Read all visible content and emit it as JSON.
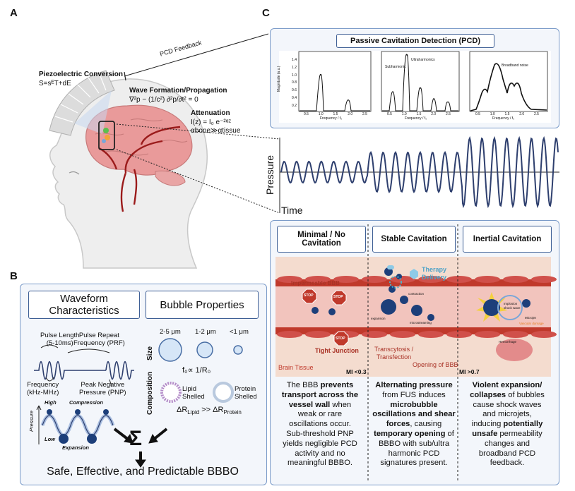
{
  "panel_labels": {
    "a": "A",
    "b": "B",
    "c": "C"
  },
  "panel_a": {
    "pcd_feedback": "PCD Feedback",
    "piezo_title": "Piezoelectric Conversion",
    "piezo_eq": "S=sᴱT+dE",
    "transducer": "transducer",
    "wave_title": "Wave Formation/Propagation",
    "wave_eq": "∇²p − (1/c²) ∂²p/∂t² = 0",
    "atten_title": "Attenuation",
    "atten_eq": "I(z) = I₀ e⁻²ᵅᶻ",
    "atten_eq2": "αbone≫αtissue"
  },
  "panel_b": {
    "waveform_title": "Waveform Characteristics",
    "bubble_title": "Bubble Properties",
    "pulse_length": "Pulse Length",
    "pulse_length_val": "(5-10ms)",
    "prf": "Pulse Repeat",
    "prf2": "Frequency (PRF)",
    "frequency": "Frequency",
    "frequency_val": "(kHz-MHz)",
    "pnp": "Peak Negative",
    "pnp2": "Pressure (PNP)",
    "high": "High",
    "low": "Low",
    "compression": "Compression",
    "expansion": "Expansion",
    "pressure_axis": "Pressure",
    "size_label": "Size",
    "sizes": [
      "2-5 μm",
      "1-2 μm",
      "<1 μm"
    ],
    "size_eq": "f₀∝ 1/R₀",
    "composition_label": "Composition",
    "lipid": "Lipid",
    "lipid2": "Shelled",
    "protein": "Protein",
    "protein2": "Shelled",
    "delta_eq": "ΔR",
    "delta_sub1": "Lipid",
    "delta_mid": " >> ΔR",
    "delta_sub2": "Protein",
    "sigma": "Σ",
    "footer": "Safe, Effective, and Predictable BBBO"
  },
  "panel_c": {
    "pcd_title": "Passive Cavitation Detection (PCD)",
    "ylabel": "Magnitude (a.u.)",
    "xlabel": "Frequency / f₀",
    "spec1_ticks_y": [
      "1.4",
      "1.2",
      "1.0",
      "0.8",
      "0.6",
      "0.4",
      "0.2"
    ],
    "spec_ticks_x": [
      "0.5",
      "1.0",
      "1.5",
      "2.0",
      "2.5"
    ],
    "spec_annot_sub": "Subharmonic",
    "spec_annot_ultra": "Ultraharmonics",
    "spec_annot_broad": "Broadband noise",
    "pressure_label": "Pressure",
    "time_label": "Time",
    "columns": [
      {
        "title": "Minimal / No Cavitation"
      },
      {
        "title": "Stable Cavitation"
      },
      {
        "title": "Inertial Cavitation"
      }
    ],
    "illus": {
      "impermeable": "Impermeable BBB",
      "stop": "STOP",
      "tight_junction": "Tight Junction",
      "brain_tissue": "Brain Tissue",
      "mi_low": "MI <0.3",
      "therapy": "Therapy",
      "delivery": "Delivery",
      "expansion": "expansion",
      "contraction": "contraction",
      "microstreaming": "microstreaming",
      "transcytosis": "Transcytosis /",
      "transfection": "Transfection",
      "opening": "Opening of BBB",
      "mi_high": "MI >0.7",
      "implosion": "Implosion",
      "shockwave": "shock wave",
      "microjet": "Microjet",
      "vascular_damage": "Vascular damage",
      "hemorrhage": "Hemorrhage"
    },
    "desc1": [
      "The BBB ",
      "prevents",
      "transport across the",
      "vessel wall",
      " when",
      "weak or rare",
      "oscillations occur.",
      "Sub-threshold PNP",
      "yields negligible PCD",
      "activity and no",
      "meaningful BBBO."
    ],
    "desc2": [
      "Alternating pressure",
      "from FUS induces",
      "microbubble",
      "oscillations and shear",
      "forces",
      ", causing",
      "temporary opening",
      " of",
      "BBBO with sub/ultra",
      "harmonic PCD",
      "signatures present."
    ],
    "desc3": [
      "Violent expansion/",
      "collapses",
      " of bubbles",
      "cause shock waves",
      "and microjets,",
      "inducing ",
      "potentially",
      "unsafe",
      " permeability",
      "changes and",
      "broadband PCD",
      "feedback."
    ]
  },
  "colors": {
    "panel_bg": "#f3f6fb",
    "panel_border": "#7b9bc9",
    "header_border": "#3e5f95",
    "wave": "#2e3f6e",
    "vessel": "#c0392b",
    "bubble": "#1d3f7a"
  }
}
